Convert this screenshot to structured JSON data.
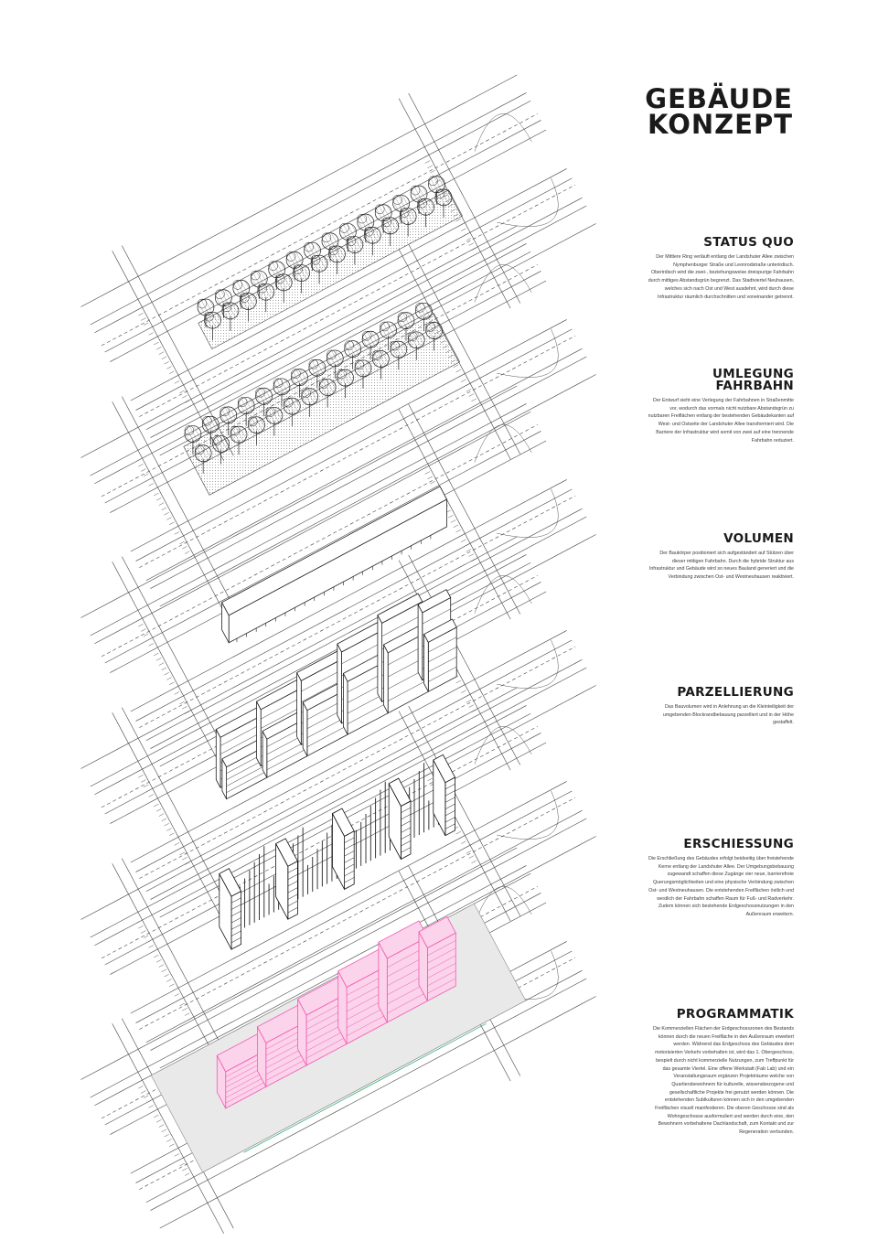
{
  "title": {
    "line1": "GEBÄUDE",
    "line2": "KONZEPT"
  },
  "sections": [
    {
      "heading": [
        "STATUS QUO"
      ],
      "text": "Der Mittlere Ring verläuft entlang der Landshuter Allee zwischen Nymphenburger Straße und Leonrodstraße unterirdisch. Oberirdisch wird die zwei-, beziehungsweise dreispurige Fahrbahn durch mittiges Abstandsgrün begrenzt. Das Stadtviertel Neuhausen, welches sich nach Ost und West ausdehnt, wird durch diese Infrastruktur räumlich durchschnitten und voneinander getrennt."
    },
    {
      "heading": [
        "UMLEGUNG",
        "FAHRBAHN"
      ],
      "text": "Der Entwurf sieht eine Verlegung der Fahrbahnen in Straßenmitte vor, wodurch das vormals nicht nutzbare Abstandsgrün zu nutzbaren Freiflächen entlang der bestehenden Gebäudekanten auf West- und Ostseite der Landshuter Allee transformiert wird. Die Barriere der Infrastruktur wird somit von zwei auf eine trennende Fahrbahn reduziert."
    },
    {
      "heading": [
        "VOLUMEN"
      ],
      "text": "Der Baukörper positioniert sich aufgeständert auf Stützen über dieser mittigen Fahrbahn. Durch die hybride Struktur aus Infrastruktur und Gebäude wird so neues Bauland generiert und die Verbindung zwischen Ost- und Westneuhausen reaktiviert."
    },
    {
      "heading": [
        "PARZELLIERUNG"
      ],
      "text": "Das Bauvolumen wird in Anlehnung an die Kleinteiligkeit der umgebenden Blockrandbebauung parzelliert und in der Höhe gestaffelt."
    },
    {
      "heading": [
        "ERSCHIESSUNG"
      ],
      "text": "Die Erschließung des Gebäudes erfolgt beidseitig über freistehende Kerne entlang der Landshuter Allee. Der Umgebungsbebauung zugewandt schaffen diese Zugänge vier neue, barrierefreie Querungsmöglichkeiten und eine physische Verbindung zwischen Ost- und Westneuhausen. Die entstehenden Freiflächen östlich und westlich der Fahrbahn schaffen Raum für Fuß- und Radverkehr. Zudem können sich bestehende Erdgeschossnutzungen in den Außenraum erweitern."
    },
    {
      "heading": [
        "PROGRAMMATIK"
      ],
      "text": "Die Kommerziellen Flächen der Erdgeschosszonen des Bestands können durch die neuen Freifläche in den Außenraum erweitert werden. Während das Erdgeschoss des Gebäudes dem motorisierten Verkehr vorbehalten ist, wird das 1. Obergeschoss, bespielt durch nicht kommerzielle Nutzungen, zum Treffpunkt für das gesamte Viertel. Eine offene Werkstatt (Fab Lab) und ein Veranstaltungsraum ergänzen Projekträume welche von Quartiersbewohnern für kulturelle, wissensbezogene und gesellschaftliche Projekte frei genutzt werden können. Die entstehenden Sublkulturen können sich in den umgebenden Freiflächen visuell manifestieren. Die oberen Geschosse sind als Wohngeschosse ausformuliert und werden durch eine, den Bewohnern vorbehaltene Dachlandschaft, zum Kontakt und zur Regeneration verbunden."
    }
  ],
  "colors": {
    "accent": "#f25ab4",
    "ink": "#1a1a1a",
    "paper": "#ffffff"
  }
}
